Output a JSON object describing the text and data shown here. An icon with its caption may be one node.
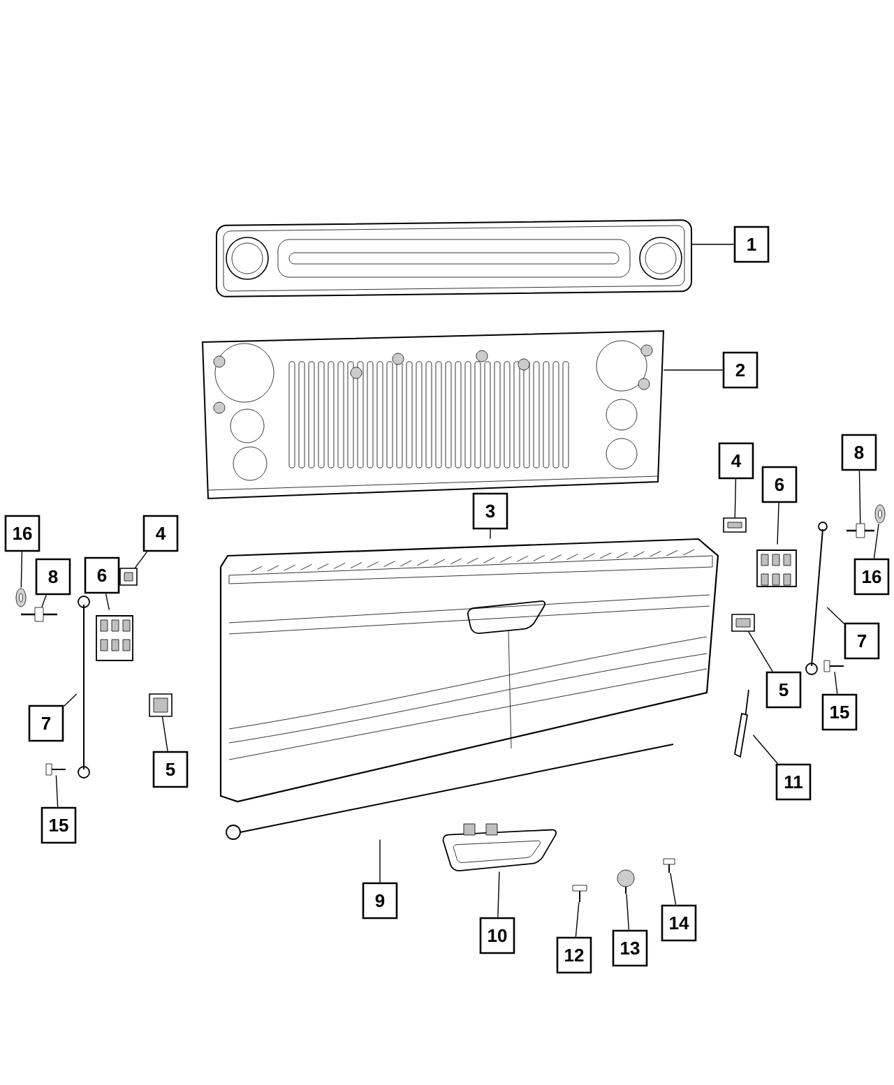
{
  "diagram": {
    "nodes": [
      {
        "text": [
          "1"
        ]
      },
      {
        "text": [
          "2"
        ]
      },
      {
        "text": [
          "3"
        ]
      },
      {
        "text": [
          "16"
        ]
      },
      {
        "text": [
          "8"
        ]
      },
      {
        "text": [
          "6"
        ]
      },
      {
        "text": [
          "4"
        ]
      },
      {
        "text": [
          "7"
        ]
      },
      {
        "text": [
          "5"
        ]
      },
      {
        "text": [
          "15"
        ]
      },
      {
        "text": [
          "9"
        ]
      },
      {
        "text": [
          "10"
        ]
      },
      {
        "text": [
          "12"
        ]
      },
      {
        "text": [
          "13"
        ]
      },
      {
        "text": [
          "14"
        ]
      },
      {
        "text": [
          "4"
        ]
      },
      {
        "text": [
          "6"
        ]
      },
      {
        "text": [
          "8"
        ]
      },
      {
        "text": [
          "16"
        ]
      },
      {
        "text": [
          "7"
        ]
      },
      {
        "text": [
          "5"
        ]
      },
      {
        "text": [
          "15"
        ]
      },
      {
        "text": [
          "11"
        ]
      },
      {
        "text": [],
        "shape": "picture"
      },
      {
        "text": [],
        "shape": "picture"
      },
      {
        "text": [],
        "shape": "picture"
      },
      {
        "text": [],
        "shape": "picture"
      },
      {
        "text": [],
        "shape": "picture"
      },
      {
        "text": [],
        "shape": "picture"
      },
      {
        "text": [],
        "shape": "picture"
      },
      {
        "text": [],
        "shape": "picture"
      },
      {
        "text": [],
        "shape": "picture"
      },
      {
        "text": [],
        "shape": "picture"
      },
      {
        "text": [],
        "shape": "picture"
      },
      {
        "text": [],
        "shape": "picture"
      },
      {
        "text": [],
        "shape": "picture"
      },
      {
        "text": [],
        "shape": "picture"
      },
      {
        "text": [],
        "shape": "picture"
      },
      {
        "text": [],
        "shape": "picture"
      },
      {
        "text": [],
        "shape": "picture"
      },
      {
        "text": [],
        "shape": "picture"
      },
      {
        "text": [],
        "shape": "picture"
      },
      {
        "text": [],
        "shape": "picture"
      },
      {
        "text": [],
        "shape": "picture"
      },
      {
        "text": [],
        "shape": "picture"
      },
      {
        "text": [],
        "shape": "picture"
      }
    ],
    "edges": [
      {
        "from": 0,
        "to": 23,
        "arrow": "none"
      },
      {
        "from": 1,
        "to": 24,
        "arrow": "none"
      },
      {
        "from": 2,
        "to": 25,
        "arrow": "none"
      },
      {
        "from": 3,
        "to": 26,
        "arrow": "none"
      },
      {
        "from": 4,
        "to": 27,
        "arrow": "none"
      },
      {
        "from": 5,
        "to": 28,
        "arrow": "none"
      },
      {
        "from": 6,
        "to": 29,
        "arrow": "none"
      },
      {
        "from": 7,
        "to": 30,
        "arrow": "none"
      },
      {
        "from": 8,
        "to": 31,
        "arrow": "none"
      },
      {
        "from": 9,
        "to": 32,
        "arrow": "none"
      },
      {
        "from": 10,
        "to": 33,
        "arrow": "none"
      },
      {
        "from": 11,
        "to": 34,
        "arrow": "none"
      },
      {
        "from": 12,
        "to": 35,
        "arrow": "none"
      },
      {
        "from": 13,
        "to": 36,
        "arrow": "none"
      },
      {
        "from": 14,
        "to": 37,
        "arrow": "none"
      },
      {
        "from": 15,
        "to": 38,
        "arrow": "none"
      },
      {
        "from": 16,
        "to": 39,
        "arrow": "none"
      },
      {
        "from": 17,
        "to": 40,
        "arrow": "none"
      },
      {
        "from": 18,
        "to": 41,
        "arrow": "none"
      },
      {
        "from": 19,
        "to": 42,
        "arrow": "none"
      },
      {
        "from": 20,
        "to": 43,
        "arrow": "none"
      },
      {
        "from": 21,
        "to": 44,
        "arrow": "none"
      },
      {
        "from": 22,
        "to": 45,
        "arrow": "none"
      }
    ]
  }
}
